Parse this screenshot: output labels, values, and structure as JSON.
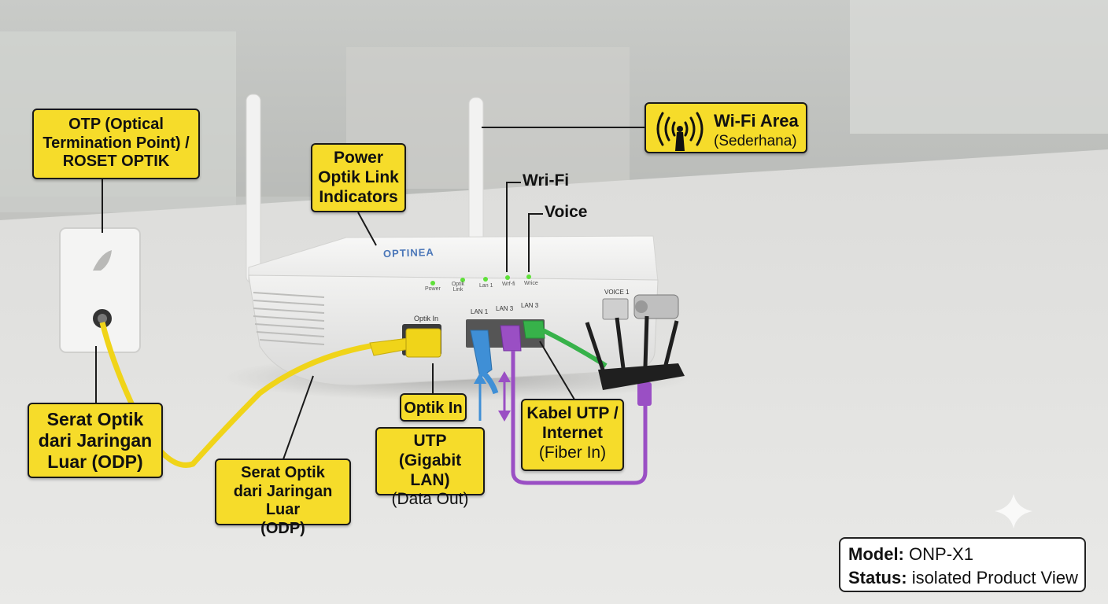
{
  "labels": {
    "otp": [
      "OTP (Optical",
      "Termination Point) /",
      "ROSET OPTIK"
    ],
    "power": [
      "Power",
      "Optik Link",
      "Indicators"
    ],
    "wifi_label": "Wri-Fi",
    "voice_label": "Voice",
    "wifi_area_title": "Wi-Fi Area",
    "wifi_area_sub": "(Sederhana)",
    "serat_left": [
      "Serat Optik",
      "dari Jaringan",
      "Luar (ODP)"
    ],
    "serat_mid": [
      "Serat Optik",
      "dari Jaringan Luar",
      "(ODP)"
    ],
    "optik_in": "Optik In",
    "utp": [
      "UTP",
      "(Gigabit LAN)"
    ],
    "utp_sub": "(Data Out)",
    "kabel_utp": [
      "Kabel UTP /",
      "Internet"
    ],
    "kabel_utp_sub": "(Fiber In)"
  },
  "device": {
    "brand": "OPTINEA",
    "led_labels": [
      "Power",
      "Optik Link",
      "Lan 1",
      "Wrf-fi",
      "Wrice"
    ],
    "port_optik": "Optik In",
    "port_lan": [
      "LAN 1",
      "LAN 3",
      "LAN 3"
    ],
    "port_voice": "VOICE 1"
  },
  "info": {
    "model_key": "Model:",
    "model_value": "ONP-X1",
    "status_key": "Status:",
    "status_value": "isolated Product View"
  },
  "colors": {
    "label_bg": "#f6dc2a",
    "fiber": "#f0d419",
    "utp_blue": "#3f8fd6",
    "utp_purple": "#9a4fc4",
    "utp_green": "#37b24a"
  }
}
